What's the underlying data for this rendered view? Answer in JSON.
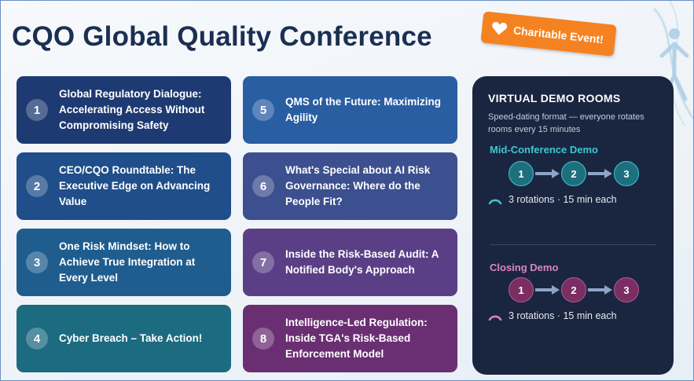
{
  "title": "CQO Global Quality Conference",
  "badge": {
    "label": "Charitable Event!",
    "icon": "heart-icon",
    "color": "#f58220"
  },
  "sessions": [
    {
      "number": "1",
      "title": "Global Regulatory Dialogue: Accelerating Access Without Compromising Safety",
      "color": "#1e3a72"
    },
    {
      "number": "2",
      "title": "CEO/CQO Roundtable: The Executive Edge on Advancing Value",
      "color": "#1f4e8a"
    },
    {
      "number": "3",
      "title": "One Risk Mindset: How to Achieve True Integration at Every Level",
      "color": "#1f5d8f"
    },
    {
      "number": "4",
      "title": "Cyber Breach – Take Action!",
      "color": "#1c6b80"
    },
    {
      "number": "5",
      "title": "QMS of the Future: Maximizing Agility",
      "color": "#2a5ea3"
    },
    {
      "number": "6",
      "title": "What's Special about AI Risk Governance: Where do the People Fit?",
      "color": "#3c4f8e"
    },
    {
      "number": "7",
      "title": "Inside the Risk-Based Audit: A Notified Body's Approach",
      "color": "#5a3f86"
    },
    {
      "number": "8",
      "title": "Intelligence-Led Regulation: Inside TGA's Risk-Based Enforcement Model",
      "color": "#6a2f72"
    }
  ],
  "demo": {
    "title": "VIRTUAL DEMO ROOMS",
    "subtitle": "Speed-dating format — everyone rotates rooms every 15 minutes",
    "mid": {
      "title": "Mid-Conference Demo",
      "steps": [
        "1",
        "2",
        "3"
      ],
      "rotation_text": "3 rotations · 15 min each",
      "color": "#3fc6d3"
    },
    "closing": {
      "title": "Closing Demo",
      "steps": [
        "1",
        "2",
        "3"
      ],
      "rotation_text": "3 rotations · 15 min each",
      "color": "#d986c2"
    }
  }
}
